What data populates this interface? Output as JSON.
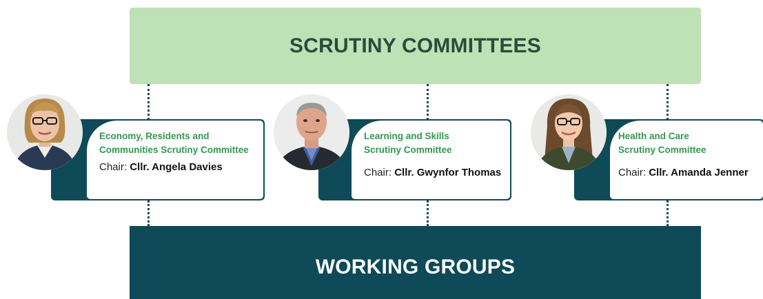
{
  "top_banner": {
    "label": "SCRUTINY COMMITTEES"
  },
  "bottom_banner": {
    "label": "WORKING GROUPS"
  },
  "committees": [
    {
      "title_line1": "Economy, Residents and",
      "title_line2": "Communities Scrutiny Committee",
      "chair_prefix": "Chair:",
      "chair_name": "Cllr. Angela Davies"
    },
    {
      "title_line1": "Learning and Skills",
      "title_line2": "Scrutiny Committee",
      "chair_prefix": "Chair:",
      "chair_name": "Cllr. Gwynfor Thomas"
    },
    {
      "title_line1": "Health and Care",
      "title_line2": "Scrutiny Committee",
      "chair_prefix": "Chair:",
      "chair_name": "Cllr. Amanda Jenner"
    }
  ],
  "colors": {
    "top_banner_bg": "#bfe1b6",
    "top_banner_text": "#2c4a3c",
    "teal": "#0e4a57",
    "title_green": "#2f9a4e"
  }
}
